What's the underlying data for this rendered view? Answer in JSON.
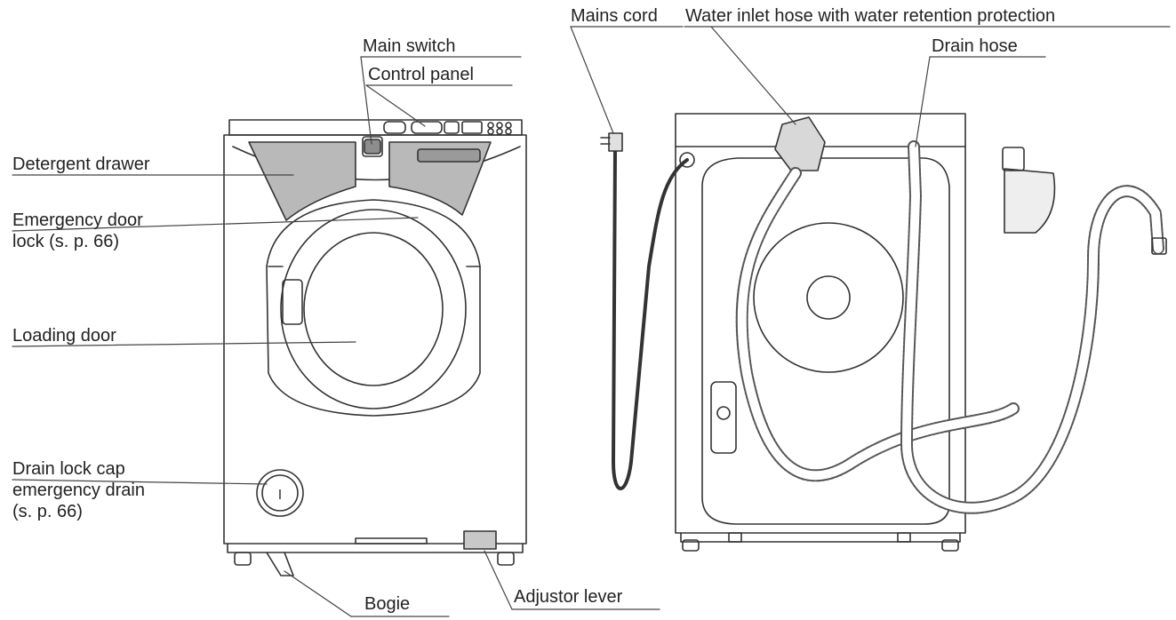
{
  "diagram": {
    "front_labels": {
      "main_switch": "Main switch",
      "control_panel": "Control panel",
      "detergent_drawer": "Detergent drawer",
      "emergency_door_lock": [
        "Emergency door",
        "lock (s. p. 66)"
      ],
      "loading_door": "Loading door",
      "drain_lock_cap": [
        "Drain lock cap",
        "emergency drain",
        "(s. p. 66)"
      ],
      "bogie": "Bogie",
      "adjustor_lever": "Adjustor lever"
    },
    "rear_labels": {
      "mains_cord": "Mains cord",
      "water_inlet_hose": "Water inlet hose with water retention protection",
      "drain_hose": "Drain hose"
    },
    "drain_cap_glyph": "I"
  }
}
